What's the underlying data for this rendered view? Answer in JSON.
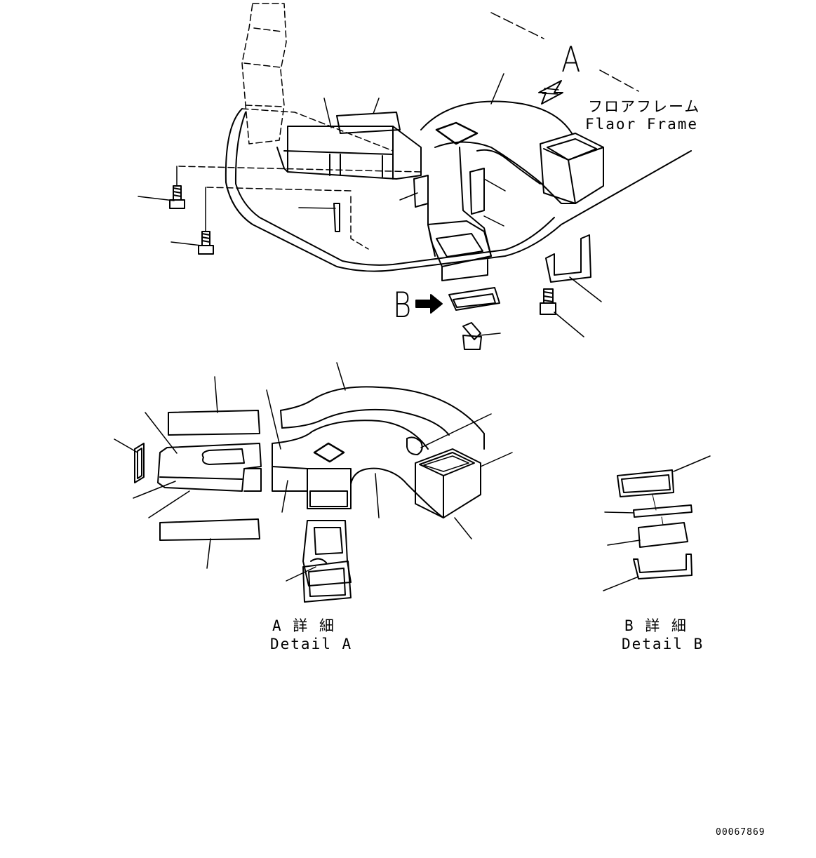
{
  "labels": {
    "view_a": "A",
    "view_b": "B",
    "floor_frame_jp": "フロアフレーム",
    "floor_frame_en": "Flaor Frame",
    "detail_a_jp": "A 詳 細",
    "detail_a_en": "Detail A",
    "detail_b_jp": "B 詳 細",
    "detail_b_en": "Detail B",
    "drawing_number": "00067869"
  },
  "colors": {
    "line": "#000000",
    "background": "#ffffff"
  }
}
